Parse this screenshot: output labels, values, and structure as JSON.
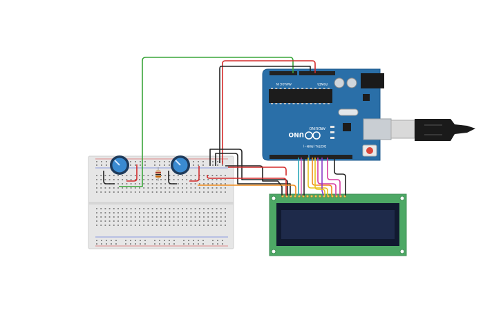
{
  "app": {
    "view": "circuit-schematic-canvas"
  },
  "colors": {
    "canvas_bg": "#ffffff",
    "arduino_board": "#2a6fa8",
    "arduino_board_edge": "#1d5a8c",
    "breadboard": "#e8e8e8",
    "lcd_pcb": "#4da865",
    "lcd_screen": "#1e2a4a",
    "wire_red": "#d32a2a",
    "wire_black": "#222222",
    "wire_green": "#3aa53a",
    "wire_orange": "#f08c1a",
    "wire_yellow": "#e9c21c",
    "wire_teal": "#2aa8b8",
    "wire_pink": "#d63aa0",
    "wire_purple": "#8a3ac8",
    "usb_cable": "#1a1a1a"
  },
  "arduino": {
    "brand": "ARDUINO",
    "model": "UNO",
    "power_header_label": "POWER",
    "analog_header_label": "ANALOG IN",
    "digital_header_label": "DIGITAL (PWM~)",
    "logo_icon": "infinity-logo-icon"
  },
  "components": {
    "potentiometers": 2,
    "resistor": 1,
    "lcd": "16x2 LCD"
  }
}
